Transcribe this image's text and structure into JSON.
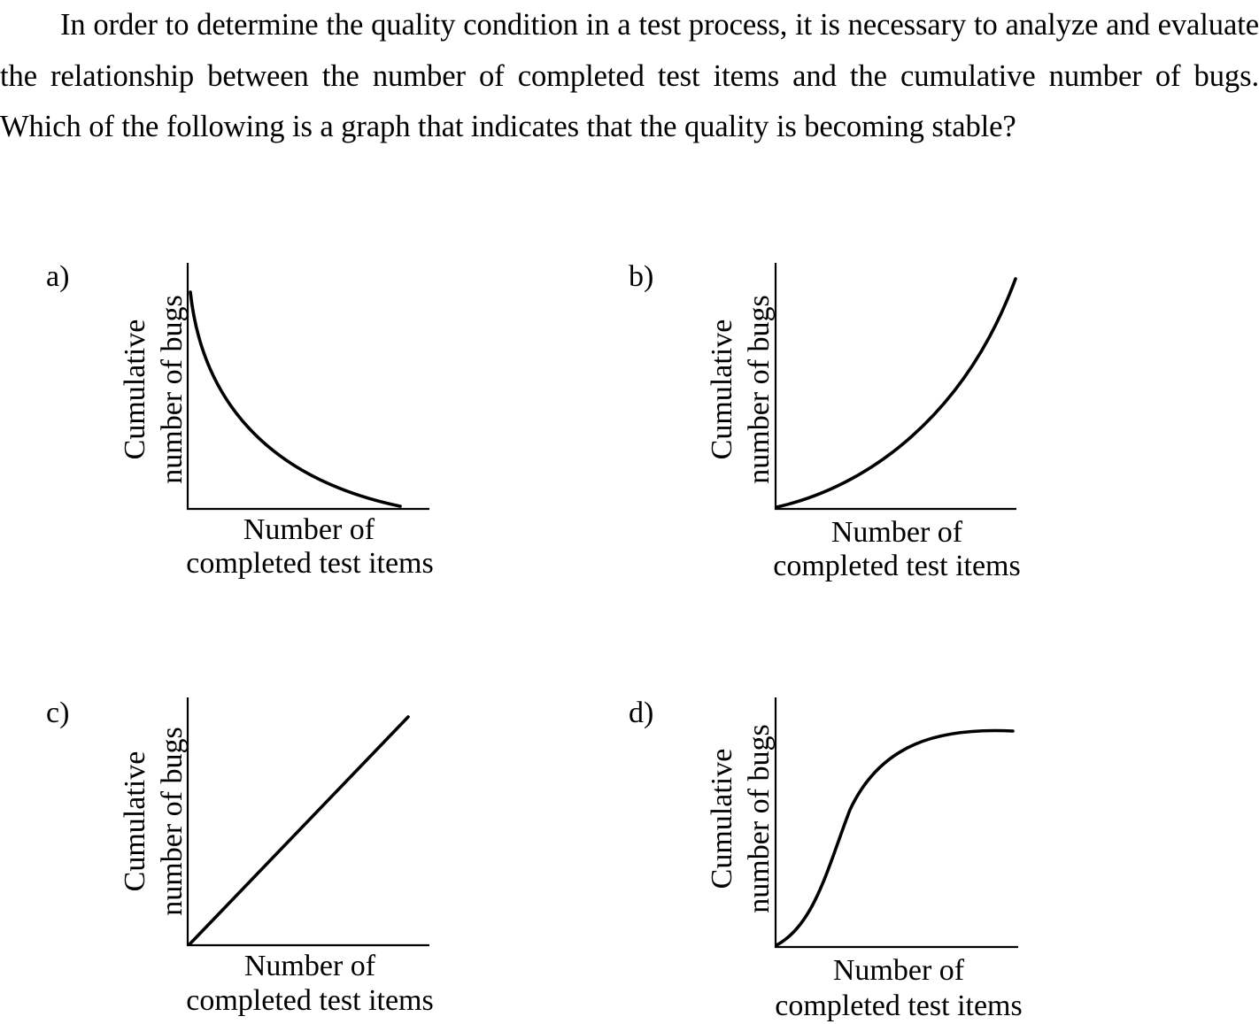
{
  "question": {
    "text": "In order to determine the quality condition in a test process, it is necessary to analyze and evaluate the relationship between the number of completed test items and the cumulative number of bugs. Which of the following is a graph that indicates that the quality is becoming stable?"
  },
  "options": [
    {
      "label": "a)",
      "y_label_line1": "Cumulative",
      "y_label_line2": "number of bugs",
      "x_label_line1": "Number of",
      "x_label_line2": "completed test items",
      "curve_shape": "decreasing-convex"
    },
    {
      "label": "b)",
      "y_label_line1": "Cumulative",
      "y_label_line2": "number of bugs",
      "x_label_line1": "Number of",
      "x_label_line2": "completed test items",
      "curve_shape": "increasing-accelerating"
    },
    {
      "label": "c)",
      "y_label_line1": "Cumulative",
      "y_label_line2": "number of bugs",
      "x_label_line1": "Number of",
      "x_label_line2": "completed test items",
      "curve_shape": "linear-increasing"
    },
    {
      "label": "d)",
      "y_label_line1": "Cumulative",
      "y_label_line2": "number of bugs",
      "x_label_line1": "Number of",
      "x_label_line2": "completed test items",
      "curve_shape": "s-curve-saturating"
    }
  ]
}
